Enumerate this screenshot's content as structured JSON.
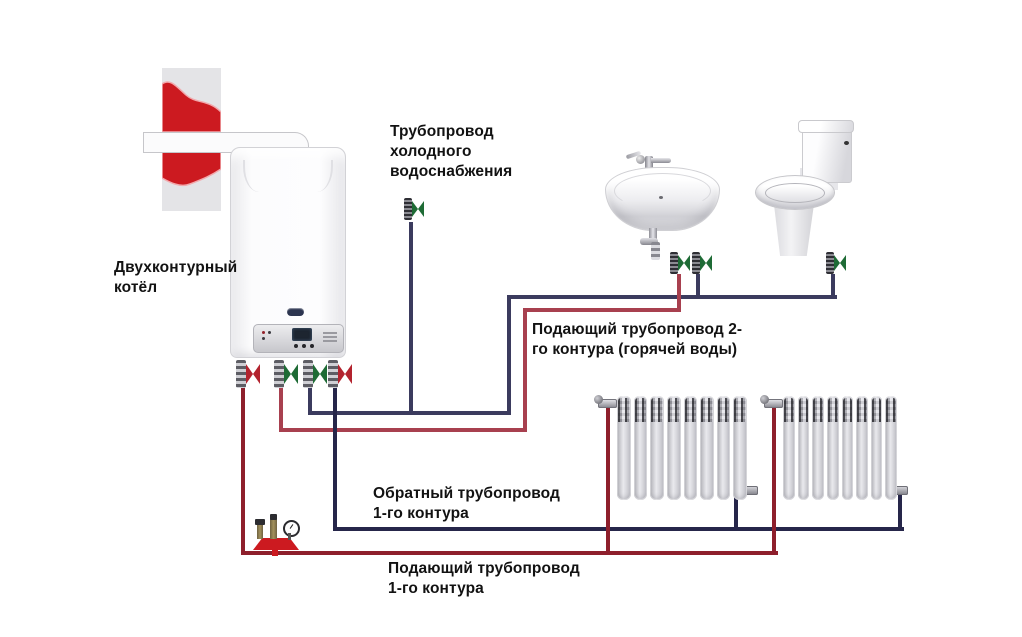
{
  "labels": {
    "cold_water_pipe": "Трубопровод\nхолодного\nводоснабжения",
    "boiler": "Двухконтурный\nкотёл",
    "dhw_supply_pipe": "Подающий трубопровод 2-\nго контура (горячей воды)",
    "heating_return_pipe": "Обратный трубопровод\n1-го контура",
    "heating_supply_pipe": "Подающий трубопровод\n1-го контура"
  },
  "colors": {
    "cold": "#3b3b5e",
    "ret": "#26264a",
    "dhw": "#a8404f",
    "sup": "#8e1f2c",
    "wallred": "#cc1a20",
    "hgreen": "#1e6b35",
    "hred": "#b3232e"
  },
  "equipment": {
    "boiler": {
      "type": "wall-hung-two-circuit"
    },
    "radiators": [
      {
        "sections": 8
      },
      {
        "sections": 8
      }
    ],
    "boiler_valves": [
      {
        "handle": "red"
      },
      {
        "handle": "green"
      },
      {
        "handle": "green"
      },
      {
        "handle": "red"
      }
    ],
    "fixture_valves": [
      {
        "handle": "green"
      },
      {
        "handle": "green"
      },
      {
        "handle": "green"
      },
      {
        "handle": "green"
      }
    ],
    "safety_group": [
      "safety-valve",
      "air-vent",
      "pressure-gauge"
    ]
  }
}
